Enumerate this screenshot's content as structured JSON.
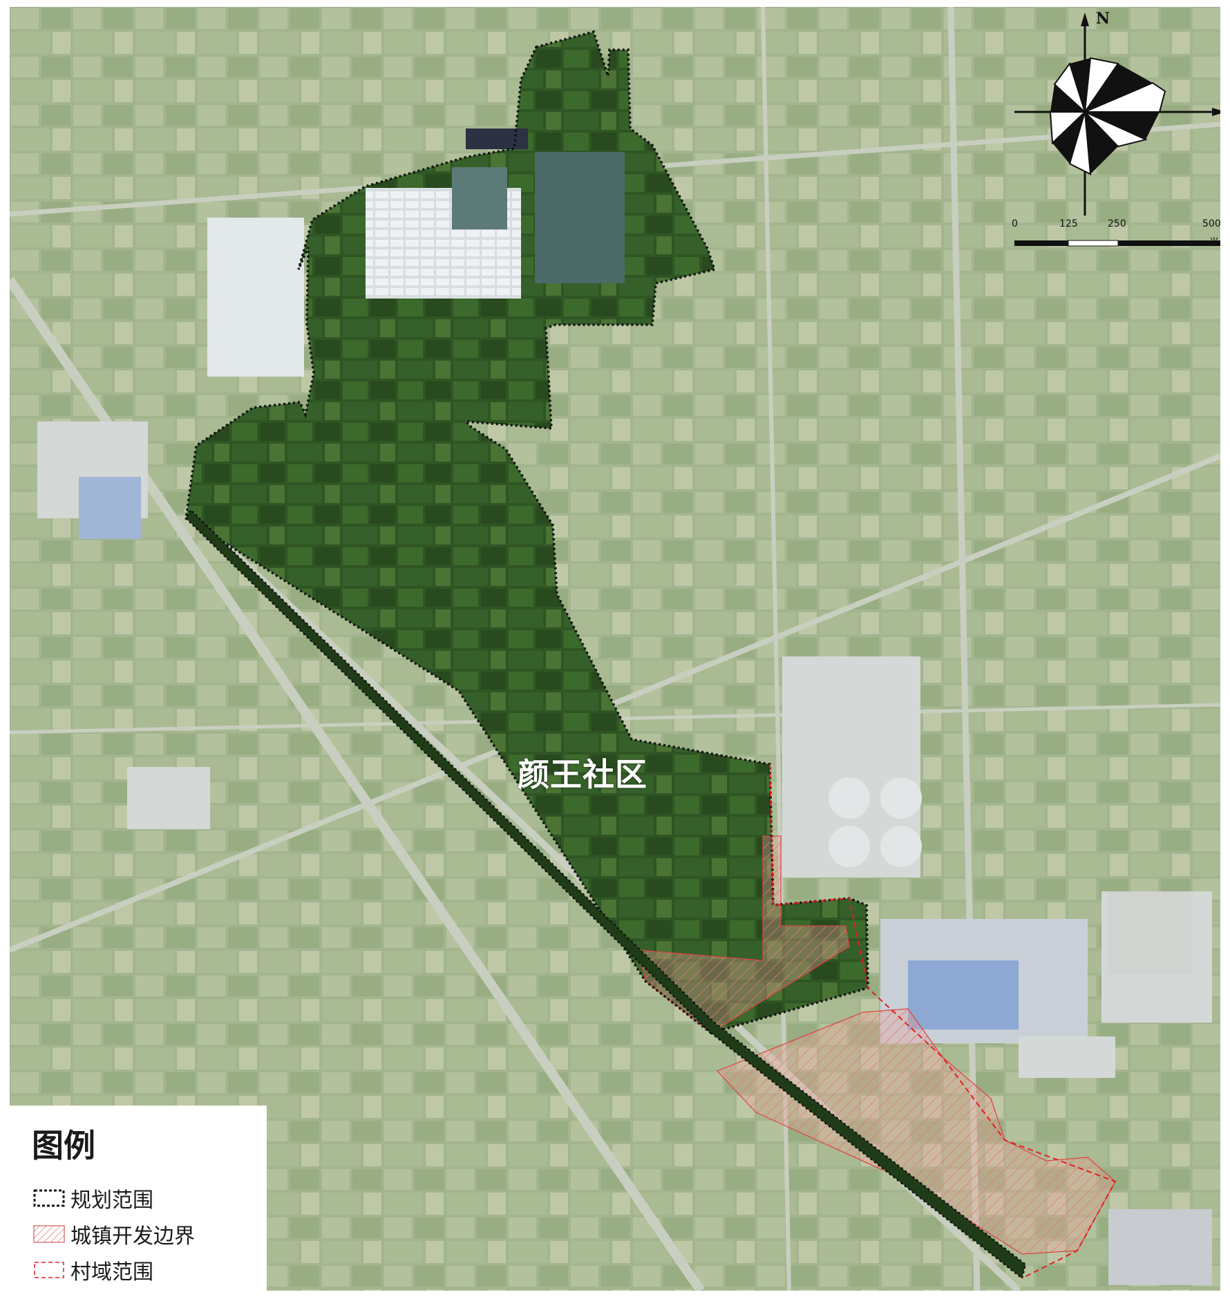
{
  "map": {
    "place_label": "颜王社区"
  },
  "legend": {
    "title": "图例",
    "items": [
      {
        "label": "规划范围",
        "style": "black-dotted-outline"
      },
      {
        "label": "城镇开发边界",
        "style": "red-hatched-fill"
      },
      {
        "label": "村域范围",
        "style": "red-dashed-outline"
      }
    ]
  },
  "compass": {
    "north_label": "N"
  },
  "scale_bar": {
    "ticks": [
      "0",
      "125",
      "250",
      "500"
    ],
    "unit": "米"
  },
  "colors": {
    "planning_boundary": "#111111",
    "village_boundary": "#e02020",
    "development_hatch": "#e88a8a",
    "farmland_dark": "#3a5a2a",
    "farmland_faded": "#a9b995"
  }
}
